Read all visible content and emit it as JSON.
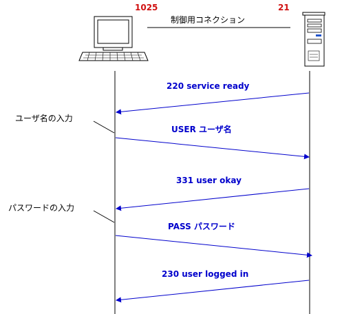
{
  "ports": {
    "client": "1025",
    "server": "21"
  },
  "control_label": "制御用コネクション",
  "notes": {
    "user_input": "ユーザ名の入力",
    "password_input": "パスワードの入力"
  },
  "messages": [
    {
      "text": "220 service ready",
      "direction": "server-to-client"
    },
    {
      "text": "USER ユーザ名",
      "direction": "client-to-server"
    },
    {
      "text": "331 user okay",
      "direction": "server-to-client"
    },
    {
      "text": "PASS パスワード",
      "direction": "client-to-server"
    },
    {
      "text": "230 user logged in",
      "direction": "server-to-client"
    }
  ],
  "colors": {
    "port": "#d01010",
    "message": "#0000cc",
    "line": "#000000"
  },
  "icons": {
    "client": "computer-icon",
    "server": "server-tower-icon"
  }
}
